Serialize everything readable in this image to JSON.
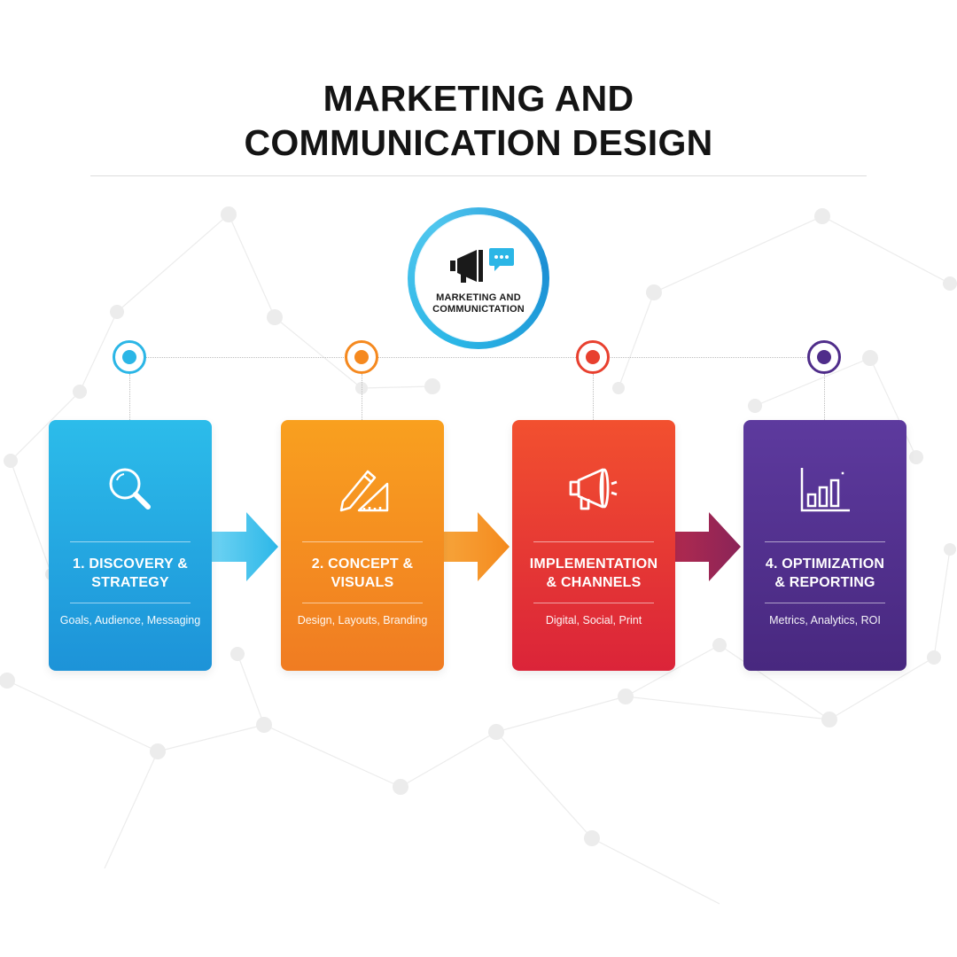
{
  "title": {
    "line1": "MARKETING AND",
    "line2": "COMMUNICATION DESIGN"
  },
  "hub": {
    "label_line1": "MARKETING AND",
    "label_line2": "COMMUNICTATION",
    "icons": [
      "megaphone-icon",
      "chat-bubble-icon"
    ],
    "ring_color": "#2bb6e6"
  },
  "stages": [
    {
      "heading_line1": "1. DISCOVERY &",
      "heading_line2": "STRATEGY",
      "subtitle": "Goals, Audience, Messaging",
      "icon": "magnifier-icon",
      "color_top": "#2cbcea",
      "color_bottom": "#1d93d8",
      "node_color": "#2bb6e6"
    },
    {
      "heading_line1": "2. CONCEPT &",
      "heading_line2": "VISUALS",
      "subtitle": "Design, Layouts, Branding",
      "icon": "pencil-ruler-icon",
      "color_top": "#f9a01f",
      "color_bottom": "#f07c22",
      "node_color": "#f5891f"
    },
    {
      "heading_line1": "IMPLEMENTATION",
      "heading_line2": "& CHANNELS",
      "subtitle": "Digital, Social, Print",
      "icon": "megaphone-icon",
      "color_top": "#f2502f",
      "color_bottom": "#db2439",
      "node_color": "#e8402f"
    },
    {
      "heading_line1": "4. OPTIMIZATION",
      "heading_line2": "& REPORTING",
      "subtitle": "Metrics, Analytics, ROI",
      "icon": "bar-chart-icon",
      "color_top": "#5d3a9e",
      "color_bottom": "#48287f",
      "node_color": "#4f2d8a"
    }
  ]
}
